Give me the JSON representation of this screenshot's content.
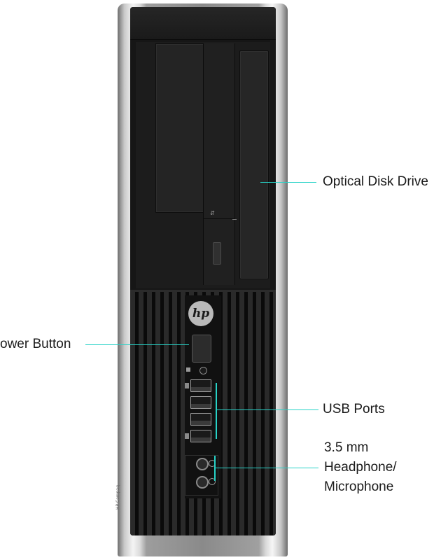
{
  "product": {
    "brand_logo": "hp",
    "side_text": "HP Compaq"
  },
  "callouts": {
    "optical_drive": "Optical Disk Drive",
    "power_button": "ower Button",
    "usb_ports": "USB Ports",
    "audio_line1": "3.5 mm",
    "audio_line2": "Headphone/",
    "audio_line3": "Microphone"
  },
  "colors": {
    "callout_line": "#27d2c7",
    "chassis_front": "#161616",
    "chassis_side": "#c9c9c9"
  },
  "icons": [
    "hp-logo-icon",
    "power-button-icon",
    "usb-icon",
    "headphone-icon",
    "microphone-icon",
    "eject-icon"
  ]
}
